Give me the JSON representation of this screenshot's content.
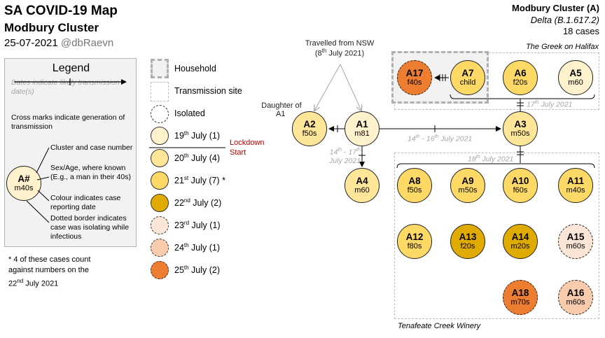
{
  "header": {
    "title": "SA COVID-19 Map",
    "subtitle": "Modbury Cluster",
    "date": "25-07-2021",
    "handle": "@dbRaevn"
  },
  "cluster": {
    "title": "Modbury Cluster (A)",
    "strain": "Delta (B.1.617.2)",
    "cases": "18 cases"
  },
  "legend": {
    "heading": "Legend",
    "dates_note": "Dates indicate likely transmission date(s)",
    "cross_note": "Cross marks indicate generation of transmission",
    "example_id": "A#",
    "example_age": "m40s",
    "cluster_case_note": "Cluster and case number",
    "sex_age_note": "Sex/Age, where known (E.g., a man in their 40s)",
    "colour_note": "Colour indicates case reporting date",
    "dotted_note": "Dotted border indicates case was isolating while infectious"
  },
  "footnote": {
    "line1": "* 4 of these cases count",
    "line2": "against numbers on the",
    "line3_day": "22",
    "line3_sup": "nd",
    "line3_rest": " July 2021"
  },
  "key": {
    "household": "Household",
    "transmission_site": "Transmission site",
    "isolated": "Isolated",
    "lockdown_line1": "Lockdown",
    "lockdown_line2": "Start",
    "dates": [
      {
        "day": "19",
        "sup": "th",
        "rest": " July (1)",
        "color": "#fff2cc"
      },
      {
        "day": "20",
        "sup": "th",
        "rest": " July (4)",
        "color": "#ffe699"
      },
      {
        "day": "21",
        "sup": "st",
        "rest": " July (7) *",
        "color": "#ffd966"
      },
      {
        "day": "22",
        "sup": "nd",
        "rest": " July (2)",
        "color": "#e0ab00"
      },
      {
        "day": "23",
        "sup": "rd",
        "rest": " July (1)",
        "color": "#fbe5d6"
      },
      {
        "day": "24",
        "sup": "th",
        "rest": " July (1)",
        "color": "#f8cbad"
      },
      {
        "day": "25",
        "sup": "th",
        "rest": " July (2)",
        "color": "#ed7d31"
      }
    ]
  },
  "annotations": {
    "travelled_line1": "Travelled from NSW",
    "travelled_day": "8",
    "travelled_sup": "th",
    "travelled_rest": " July 2021)",
    "daughter_line1": "Daughter of",
    "daughter_line2": "A1",
    "a1_a2_date_a": "14",
    "a1_a2_date_b": "th",
    "a1_a2_date_c": " - 17",
    "a1_a2_date_d": "th",
    "a1_a2_date_line2": "July 2021",
    "a1_a3_date_a": "14",
    "a1_a3_date_b": "th",
    "a1_a3_date_c": " - 16",
    "a1_a3_date_d": "th",
    "a1_a3_date_e": " July 2021",
    "greek_date_a": "17",
    "greek_date_b": "th",
    "greek_date_c": " July 2021",
    "winery_date_a": "18",
    "winery_date_b": "th",
    "winery_date_c": " July 2021",
    "site_greek": "The Greek on Halifax",
    "site_winery": "Tenafeate Creek Winery"
  },
  "cases": [
    {
      "id": "A1",
      "age": "m81",
      "color": "#fff2cc",
      "dashed": false
    },
    {
      "id": "A2",
      "age": "f50s",
      "color": "#ffe699",
      "dashed": false
    },
    {
      "id": "A3",
      "age": "m50s",
      "color": "#ffe699",
      "dashed": false
    },
    {
      "id": "A4",
      "age": "m60",
      "color": "#ffe699",
      "dashed": false
    },
    {
      "id": "A5",
      "age": "m60",
      "color": "#fff2cc",
      "dashed": false
    },
    {
      "id": "A6",
      "age": "f20s",
      "color": "#ffd966",
      "dashed": false
    },
    {
      "id": "A7",
      "age": "child",
      "color": "#ffd966",
      "dashed": false
    },
    {
      "id": "A17",
      "age": "f40s",
      "color": "#ed7d31",
      "dashed": true
    },
    {
      "id": "A8",
      "age": "f50s",
      "color": "#ffd966",
      "dashed": false
    },
    {
      "id": "A9",
      "age": "m50s",
      "color": "#ffd966",
      "dashed": false
    },
    {
      "id": "A10",
      "age": "f60s",
      "color": "#ffd966",
      "dashed": false
    },
    {
      "id": "A11",
      "age": "m40s",
      "color": "#ffd966",
      "dashed": false
    },
    {
      "id": "A12",
      "age": "f80s",
      "color": "#ffd966",
      "dashed": false
    },
    {
      "id": "A13",
      "age": "f20s",
      "color": "#e0ab00",
      "dashed": false
    },
    {
      "id": "A14",
      "age": "m20s",
      "color": "#e0ab00",
      "dashed": false
    },
    {
      "id": "A15",
      "age": "m60s",
      "color": "#fbe5d6",
      "dashed": true
    },
    {
      "id": "A18",
      "age": "m70s",
      "color": "#ed7d31",
      "dashed": true
    },
    {
      "id": "A16",
      "age": "m60s",
      "color": "#f8cbad",
      "dashed": true
    }
  ]
}
